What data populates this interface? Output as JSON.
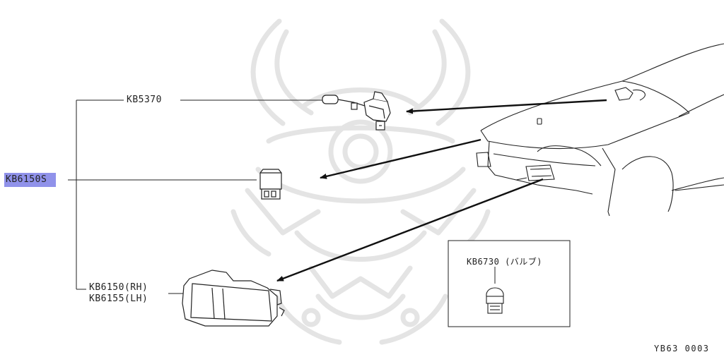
{
  "parts": {
    "assembly": "KB6150S",
    "relay": "KB5370",
    "flasher": "",
    "lamp_rh": "KB6150(RH)",
    "lamp_lh": "KB6155(LH)",
    "bulb": "KB6730 (バルブ)"
  },
  "diagram_code": "YB63 0003",
  "colors": {
    "highlight": "#7c7fe6",
    "line": "#222222",
    "watermark": "#e6e6e6"
  },
  "icons": {
    "watermark": "samurai-helmet-watermark-icon",
    "relay": "relay-connector-icon",
    "flasher": "flasher-unit-icon",
    "lamp": "front-side-marker-lamp-icon",
    "bulb": "wedge-bulb-icon",
    "car": "car-front-icon"
  }
}
